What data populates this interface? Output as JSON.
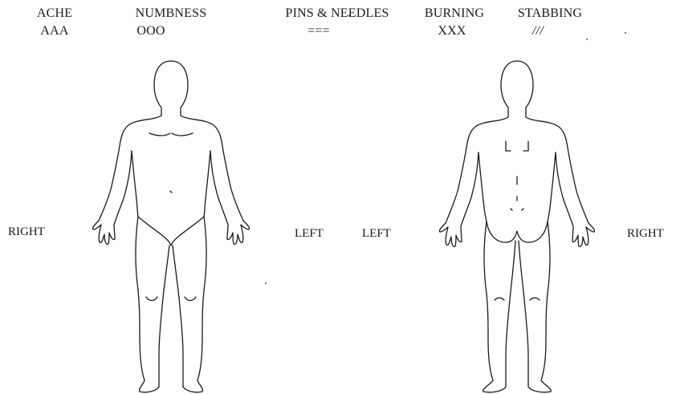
{
  "legend": [
    {
      "label": "ACHE",
      "symbol": "AAA"
    },
    {
      "label": "NUMBNESS",
      "symbol": "OOO"
    },
    {
      "label": "PINS & NEEDLES",
      "symbol": "==="
    },
    {
      "label": "BURNING",
      "symbol": "XXX"
    },
    {
      "label": "STABBING",
      "symbol": "///"
    }
  ],
  "labels": {
    "front_right": "RIGHT",
    "front_left": "LEFT",
    "back_left": "LEFT",
    "back_right": "RIGHT"
  }
}
